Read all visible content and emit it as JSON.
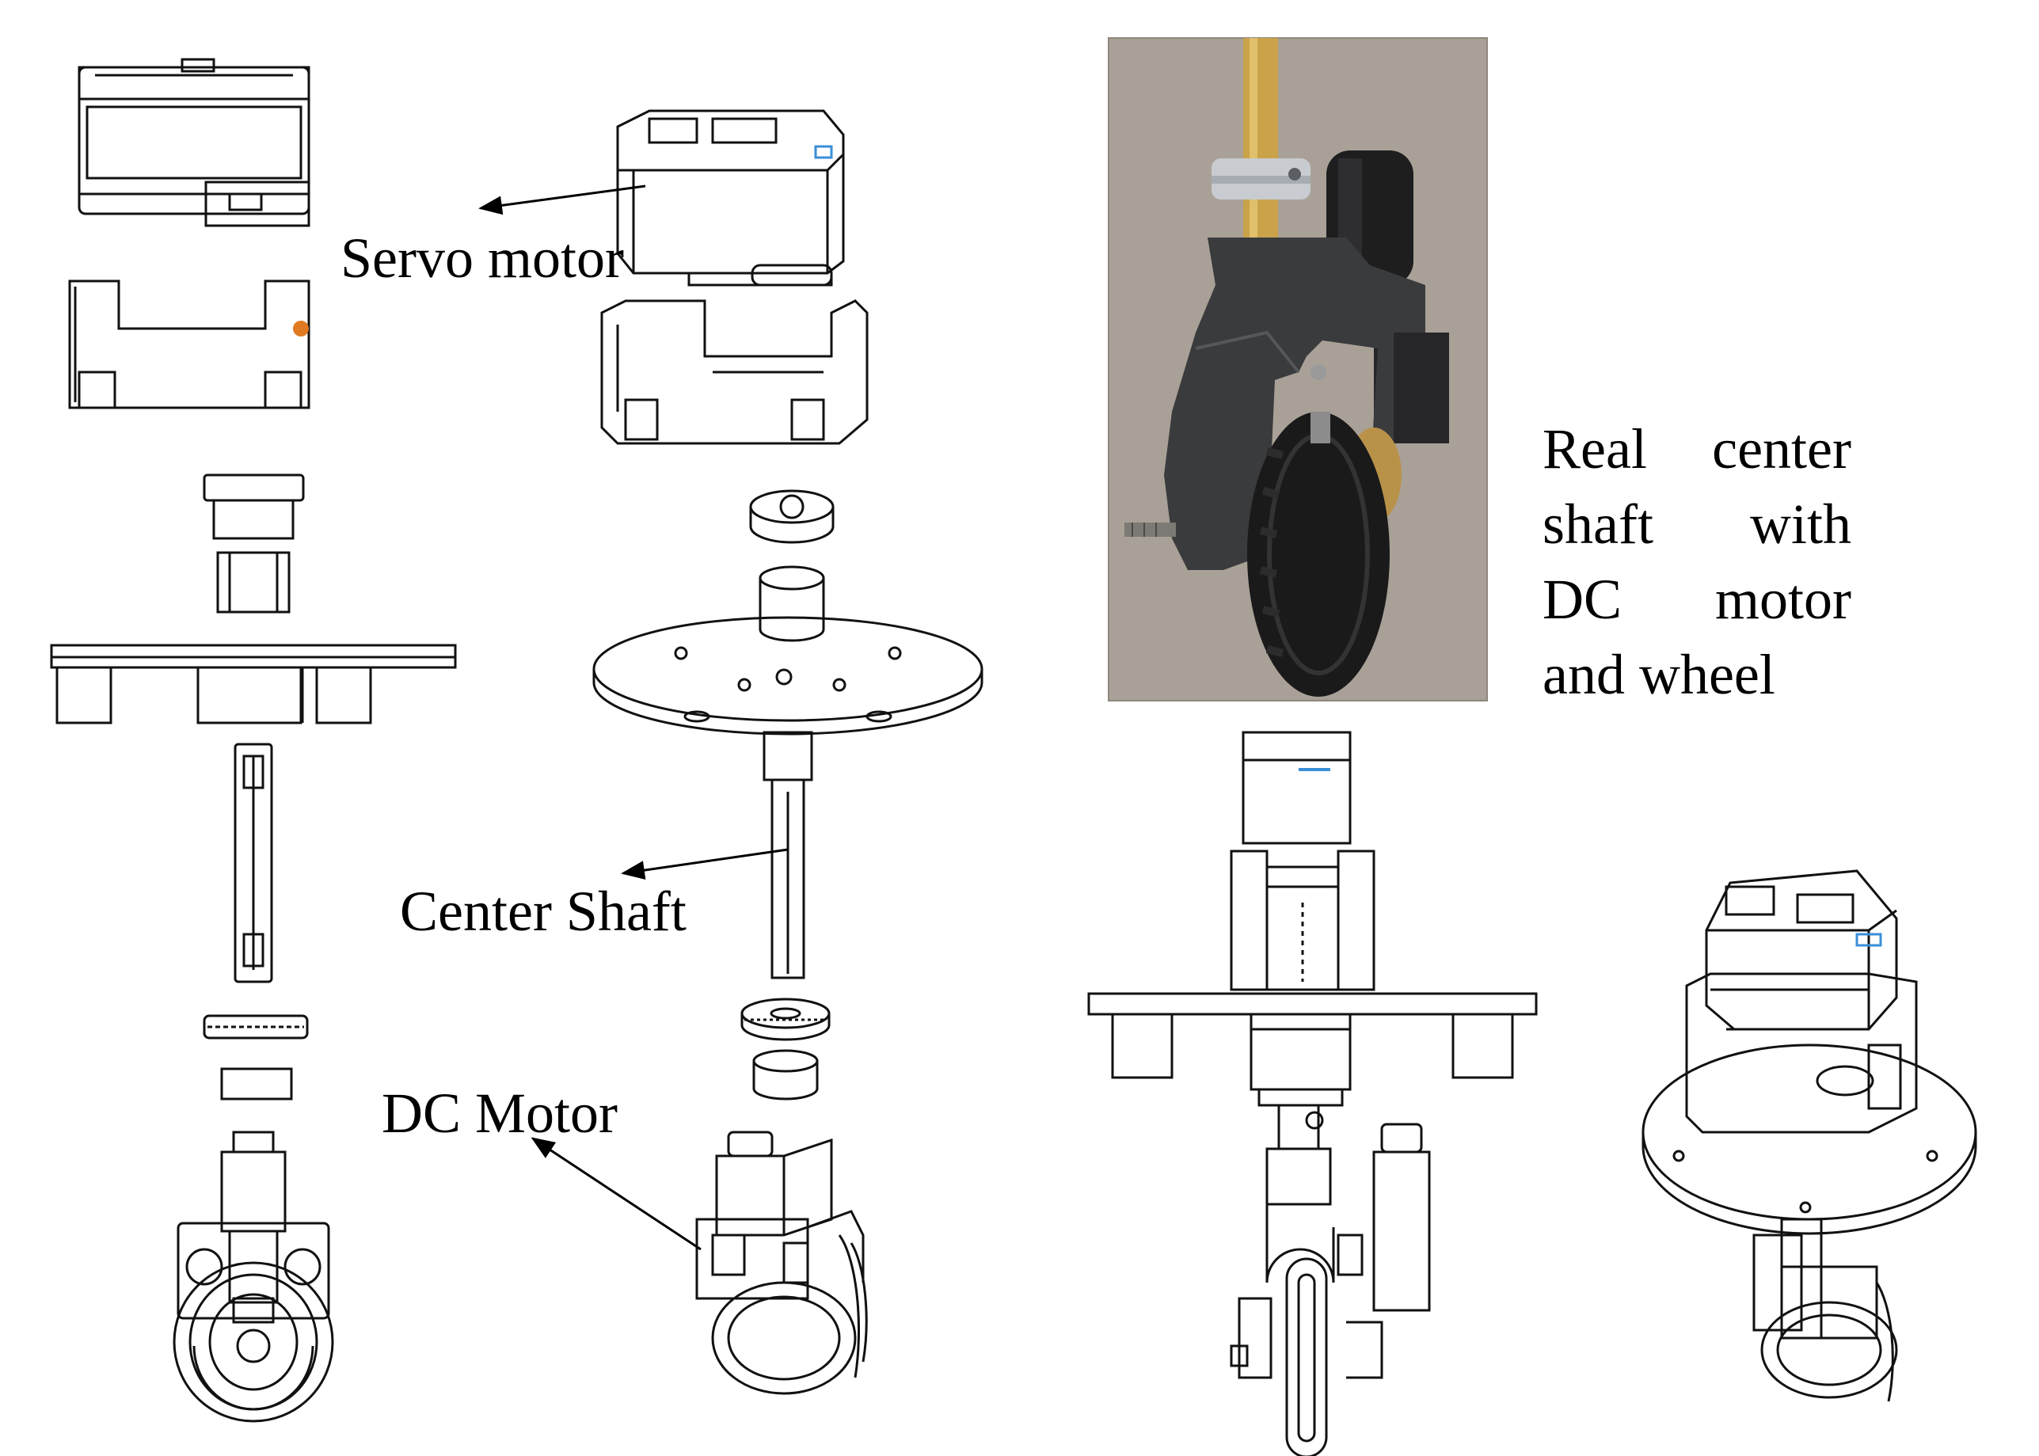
{
  "labels": {
    "servo_motor": "Servo motor",
    "center_shaft": "Center Shaft",
    "dc_motor": "DC Motor"
  },
  "photo_caption": {
    "line1": [
      "Real",
      "center"
    ],
    "line2": [
      "shaft",
      "with"
    ],
    "line3": [
      "DC",
      "motor"
    ],
    "line4": "and wheel"
  },
  "colors": {
    "line_art": "#111111",
    "arrow": "#000000",
    "photo_background": "#a9a197",
    "bracket_dark": "#3a3b3d",
    "brass_shaft": "#c9a24a",
    "aluminum_collar": "#c8ccd0",
    "tire_black": "#1a1a1a",
    "servo_accent_blue": "#3a8fd8",
    "pin_orange": "#e07a20"
  },
  "icons": [
    "arrow-servo-icon",
    "arrow-shaft-icon",
    "arrow-dc-icon"
  ]
}
